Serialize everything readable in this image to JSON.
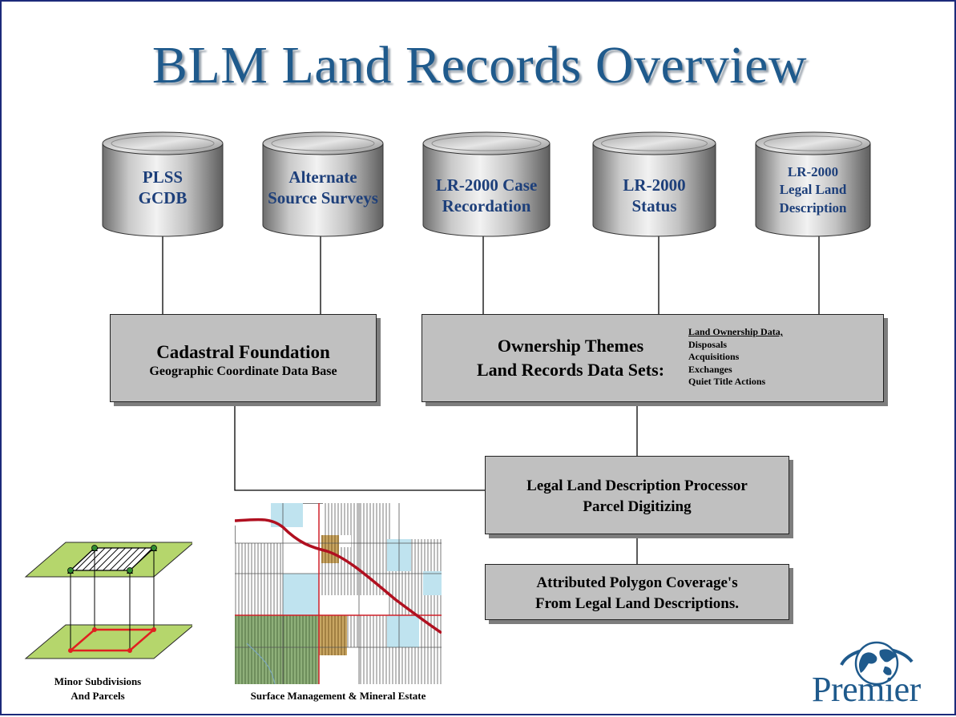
{
  "title": "BLM Land Records Overview",
  "databases": [
    {
      "line1": "PLSS",
      "line2": "GCDB"
    },
    {
      "line1": "Alternate",
      "line2": "Source Surveys"
    },
    {
      "line1": "LR-2000 Case",
      "line2": "Recordation"
    },
    {
      "line1": "LR-2000",
      "line2": "Status"
    },
    {
      "line1": "LR-2000",
      "line2": "Legal Land",
      "line3": "Description"
    }
  ],
  "cadastral": {
    "title": "Cadastral Foundation",
    "subtitle": "Geographic Coordinate Data Base"
  },
  "ownership": {
    "line1": "Ownership Themes",
    "line2": "Land Records Data Sets:",
    "list_heading": "Land Ownership Data,",
    "list_items": [
      "Disposals",
      "Acquisitions",
      "Exchanges",
      "Quiet Title Actions"
    ]
  },
  "processor": {
    "line1": "Legal Land Description Processor",
    "line2": "Parcel Digitizing"
  },
  "coverage": {
    "line1": "Attributed Polygon Coverage's",
    "line2": "From Legal Land Descriptions."
  },
  "captions": {
    "subdivisions_line1": "Minor Subdivisions",
    "subdivisions_line2": "And Parcels",
    "map": "Surface Management & Mineral Estate"
  },
  "logo": {
    "text": "Premier"
  },
  "colors": {
    "title": "#1f5a8c",
    "cylinder_text": "#1d3f7a",
    "box_fill": "#c0c0c0",
    "border": "#1c2a7a",
    "plane_fill": "#b5d66c"
  }
}
